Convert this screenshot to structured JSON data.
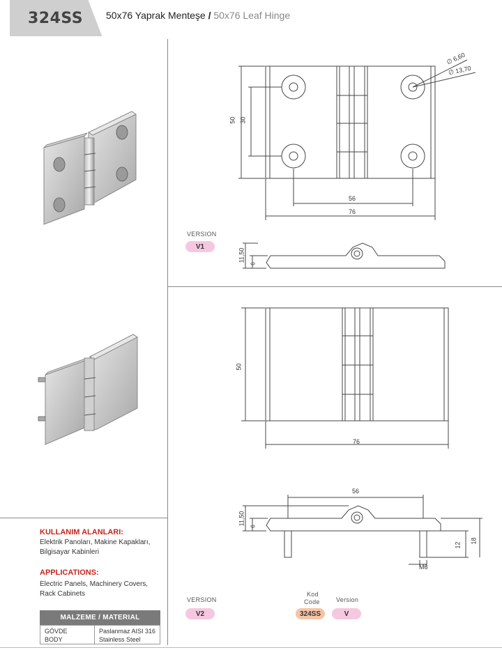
{
  "header": {
    "code": "324SS",
    "title_tr": "50x76 Yaprak Menteşe",
    "separator": "/",
    "title_en": "50x76 Leaf Hinge"
  },
  "v1": {
    "version_label": "VERSION",
    "version": "V1",
    "dims": {
      "hole_d": "∅ 6,60",
      "cbore_d": "∅ 13,70",
      "height": "50",
      "hole_spacing_v": "30",
      "hole_spacing_h": "56",
      "width": "76",
      "thickness": "11,50",
      "leaf": "6"
    }
  },
  "v2": {
    "version_label": "VERSION",
    "version": "V2",
    "dims": {
      "height": "50",
      "width": "76",
      "pin_spacing": "56",
      "thickness": "11,50",
      "leaf": "6",
      "stud_len": "12",
      "total_len": "18",
      "thread": "M6"
    }
  },
  "code_block": {
    "kod": "Kod",
    "code_label": "Code",
    "code": "324SS",
    "version_label": "Version",
    "version": "V"
  },
  "usage": {
    "tr_heading": "KULLANIM ALANLARI:",
    "tr_text_1": "Elektrik Panoları, Makine Kapakları,",
    "tr_text_2": "Bilgisayar Kabinleri",
    "en_heading": "APPLICATIONS:",
    "en_text_1": "Electric Panels, Machinery Covers,",
    "en_text_2": "Rack Cabinets"
  },
  "material": {
    "heading": "MALZEME / MATERIAL",
    "row_label_1": "GÖVDE",
    "row_label_2": "BODY",
    "row_value_1": "Paslanmaz AISI 316",
    "row_value_2": "Stainless Steel"
  },
  "colors": {
    "pill_pink": "#f5c8e0",
    "pill_orange": "#f5c4a6",
    "heading_red": "#c8241e",
    "tab_gray": "#c8c8c8"
  }
}
